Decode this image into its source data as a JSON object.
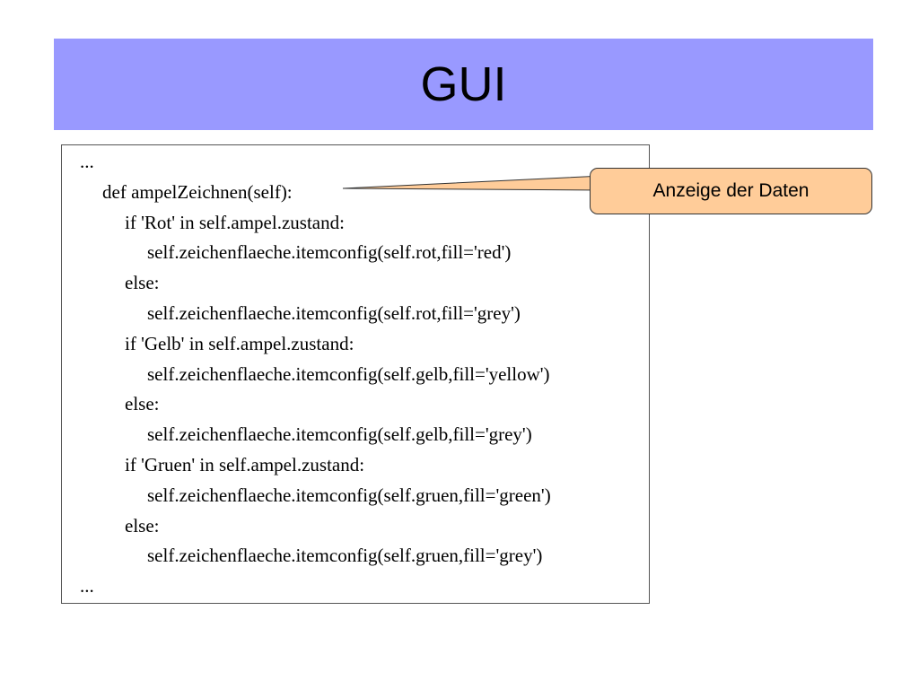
{
  "slide": {
    "title": "GUI",
    "title_band_color": "#9999ff"
  },
  "code": {
    "lines": [
      {
        "indent": 0,
        "text": "..."
      },
      {
        "indent": 1,
        "text": "def ampelZeichnen(self):"
      },
      {
        "indent": 2,
        "text": "if 'Rot' in self.ampel.zustand:"
      },
      {
        "indent": 3,
        "text": "self.zeichenflaeche.itemconfig(self.rot,fill='red')"
      },
      {
        "indent": 2,
        "text": "else:"
      },
      {
        "indent": 3,
        "text": "self.zeichenflaeche.itemconfig(self.rot,fill='grey')"
      },
      {
        "indent": 2,
        "text": "if 'Gelb' in self.ampel.zustand:"
      },
      {
        "indent": 3,
        "text": "self.zeichenflaeche.itemconfig(self.gelb,fill='yellow')"
      },
      {
        "indent": 2,
        "text": "else:"
      },
      {
        "indent": 3,
        "text": "self.zeichenflaeche.itemconfig(self.gelb,fill='grey')"
      },
      {
        "indent": 2,
        "text": "if 'Gruen' in self.ampel.zustand:"
      },
      {
        "indent": 3,
        "text": "self.zeichenflaeche.itemconfig(self.gruen,fill='green')"
      },
      {
        "indent": 2,
        "text": "else:"
      },
      {
        "indent": 3,
        "text": "self.zeichenflaeche.itemconfig(self.gruen,fill='grey')"
      },
      {
        "indent": 0,
        "text": "..."
      }
    ]
  },
  "callout": {
    "label": "Anzeige der Daten",
    "fill_color": "#ffcc99"
  }
}
